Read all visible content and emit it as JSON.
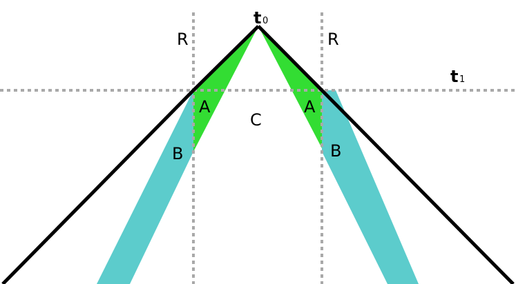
{
  "colors": {
    "background": "#ffffff",
    "guide_lines": "#a9a9a9",
    "light_cone": "#000000",
    "region_A": "#33dd33",
    "region_B": "#5ccccc"
  },
  "labels": {
    "apex_t": "t",
    "apex_sub": "0",
    "horizontal_t": "t",
    "horizontal_sub": "1",
    "R_left": "R",
    "R_right": "R",
    "A_left": "A",
    "A_right": "A",
    "B_left": "B",
    "B_right": "B",
    "C": "C"
  }
}
